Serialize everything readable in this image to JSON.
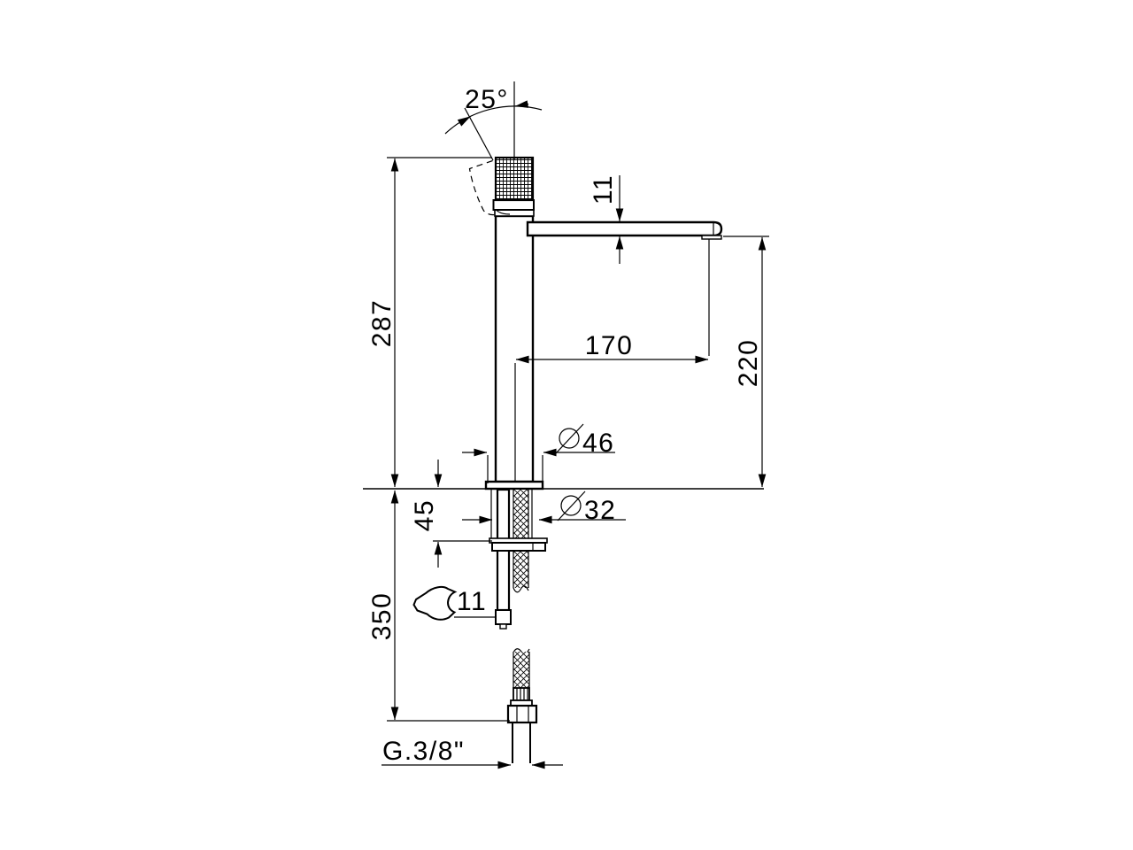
{
  "drawing": {
    "view": "side elevation of tall single-hole basin mixer tap with mounting hardware and flexible supply hose",
    "units": "mm",
    "dimensions": {
      "handle_angle": "25°",
      "spout_thickness": "11",
      "body_height": "287",
      "spout_reach": "170",
      "spout_outlet_height": "220",
      "base_diameter": "46",
      "shank_diameter": "32",
      "deck_thickness": "45",
      "below_deck_length": "350",
      "wrench_size": "11",
      "supply_thread": "G.3/8\""
    }
  }
}
